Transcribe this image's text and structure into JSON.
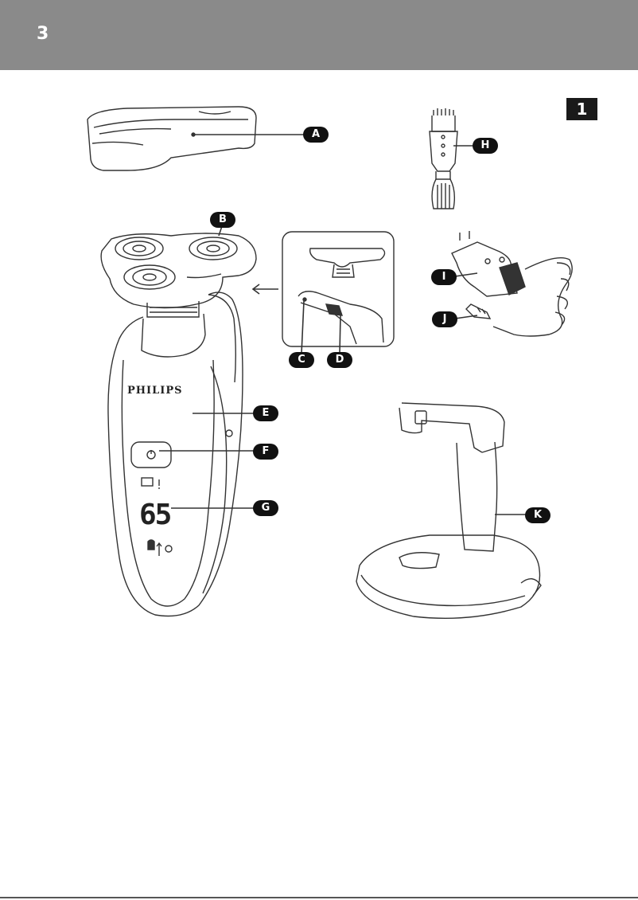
{
  "header": {
    "page_number": "3"
  },
  "figure": {
    "number": "1"
  },
  "brand": "PHILIPS",
  "display_value": "65",
  "labels": [
    "A",
    "B",
    "C",
    "D",
    "E",
    "F",
    "G",
    "H",
    "I",
    "J",
    "K"
  ]
}
